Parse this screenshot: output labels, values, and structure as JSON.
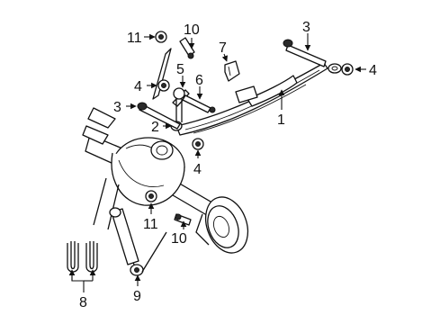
{
  "callouts": [
    {
      "id": "c1",
      "text": "1"
    },
    {
      "id": "c2",
      "text": "2"
    },
    {
      "id": "c3a",
      "text": "3"
    },
    {
      "id": "c3b",
      "text": "3"
    },
    {
      "id": "c4a",
      "text": "4"
    },
    {
      "id": "c4b",
      "text": "4"
    },
    {
      "id": "c4c",
      "text": "4"
    },
    {
      "id": "c5",
      "text": "5"
    },
    {
      "id": "c6",
      "text": "6"
    },
    {
      "id": "c7",
      "text": "7"
    },
    {
      "id": "c8",
      "text": "8"
    },
    {
      "id": "c9",
      "text": "9"
    },
    {
      "id": "c10a",
      "text": "10"
    },
    {
      "id": "c10b",
      "text": "10"
    },
    {
      "id": "c11a",
      "text": "11"
    },
    {
      "id": "c11b",
      "text": "11"
    }
  ]
}
